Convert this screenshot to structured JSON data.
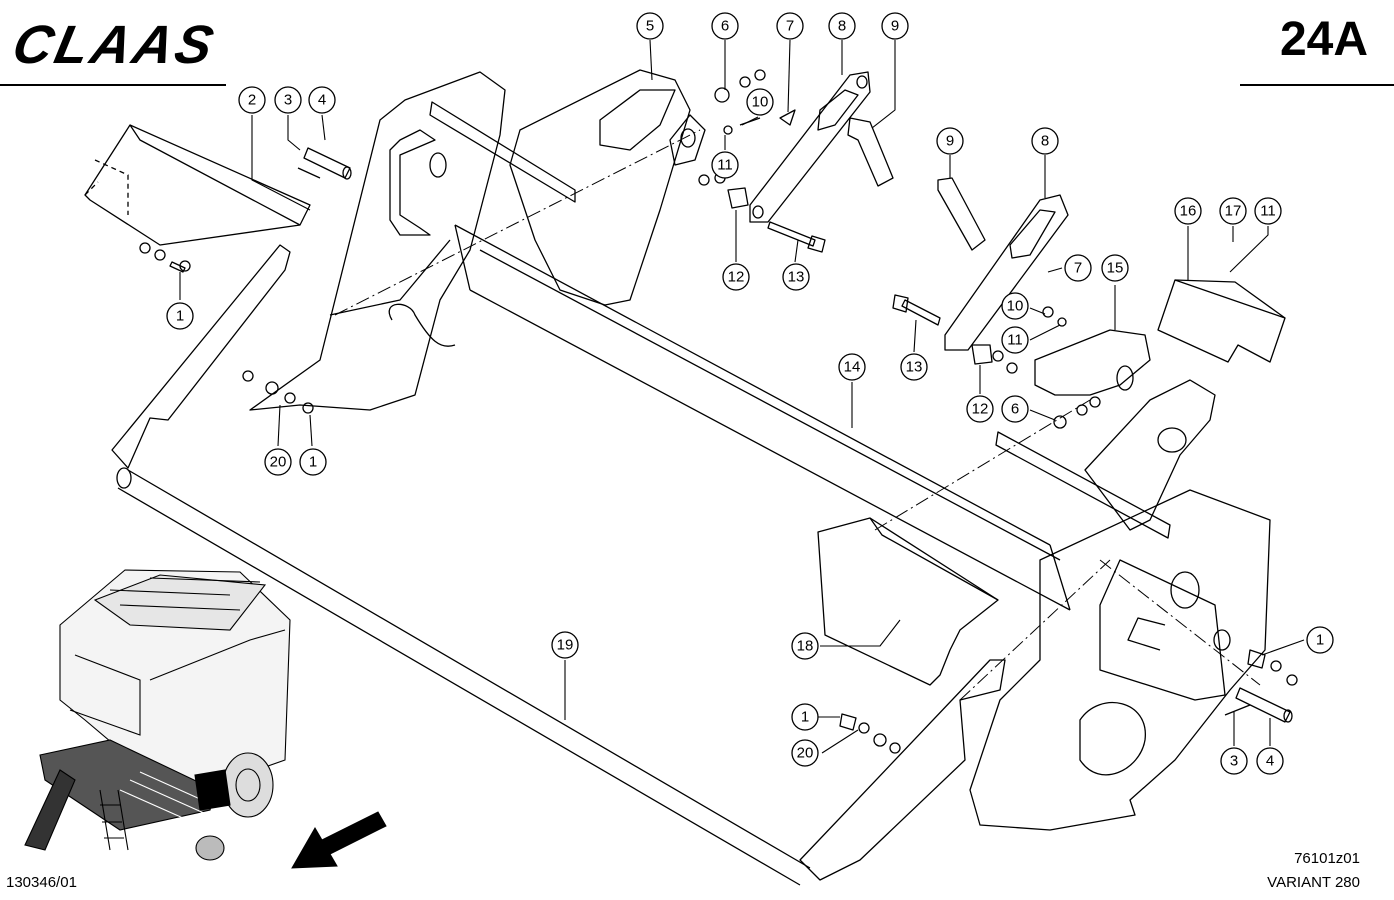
{
  "header": {
    "brand": "CLAAS",
    "page_number": "24A"
  },
  "footer": {
    "document_id": "130346/01",
    "drawing_id": "76101z01",
    "model": "VARIANT 280"
  },
  "callouts": [
    {
      "label": "2"
    },
    {
      "label": "3"
    },
    {
      "label": "4"
    },
    {
      "label": "1"
    },
    {
      "label": "20"
    },
    {
      "label": "1"
    },
    {
      "label": "5"
    },
    {
      "label": "6"
    },
    {
      "label": "7"
    },
    {
      "label": "8"
    },
    {
      "label": "9"
    },
    {
      "label": "10"
    },
    {
      "label": "11"
    },
    {
      "label": "12"
    },
    {
      "label": "13"
    },
    {
      "label": "9"
    },
    {
      "label": "8"
    },
    {
      "label": "7"
    },
    {
      "label": "15"
    },
    {
      "label": "16"
    },
    {
      "label": "17"
    },
    {
      "label": "11"
    },
    {
      "label": "10"
    },
    {
      "label": "11"
    },
    {
      "label": "13"
    },
    {
      "label": "12"
    },
    {
      "label": "6"
    },
    {
      "label": "14"
    },
    {
      "label": "18"
    },
    {
      "label": "19"
    },
    {
      "label": "1"
    },
    {
      "label": "20"
    },
    {
      "label": "1"
    },
    {
      "label": "3"
    },
    {
      "label": "4"
    }
  ]
}
